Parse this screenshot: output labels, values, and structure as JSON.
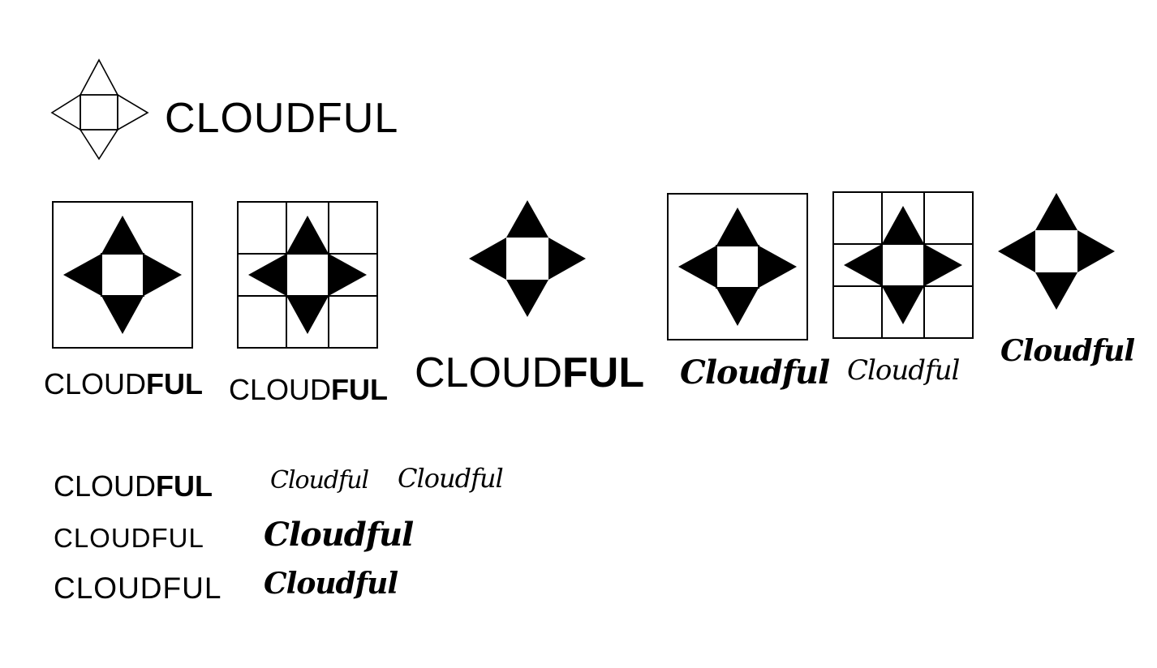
{
  "brand": {
    "name_upper": "CLOUDFUL",
    "name_split": {
      "light": "CLOUD",
      "bold": "FUL"
    },
    "name_script": "Cloudful"
  },
  "colors": {
    "background": "#ffffff",
    "ink": "#000000"
  },
  "icons": {
    "primary": "compass-star-outline-icon",
    "variants": [
      "compass-star-framed-icon",
      "compass-star-grid-icon",
      "compass-star-icon",
      "compass-star-framed-icon",
      "compass-star-grid-icon",
      "compass-star-icon"
    ]
  }
}
